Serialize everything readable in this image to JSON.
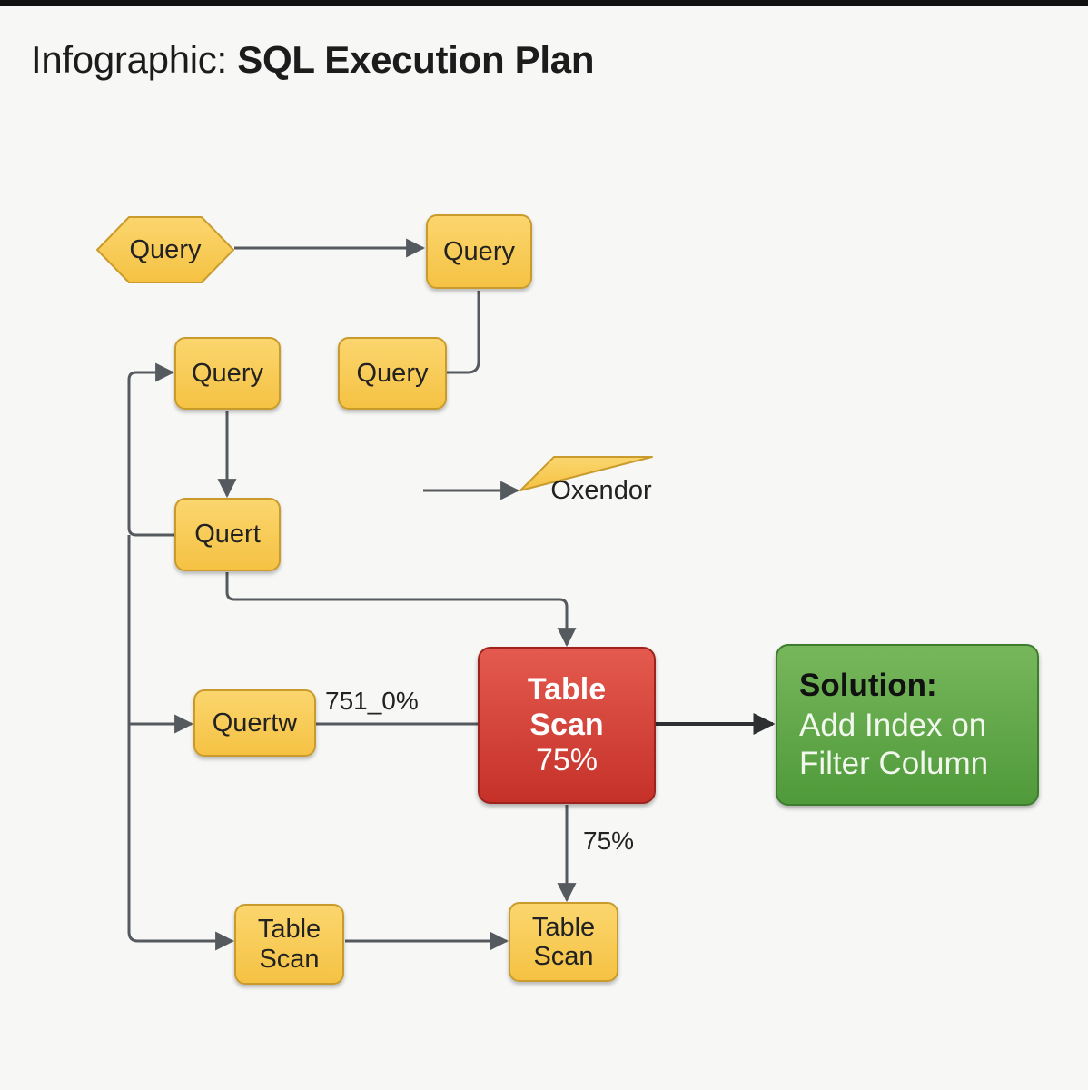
{
  "title": {
    "prefix": "Infographic:",
    "main": "SQL Execution Plan"
  },
  "nodes": {
    "query_hex": "Query",
    "query_top_right": "Query",
    "query_left": "Query",
    "query_mid": "Query",
    "oxendor": "Oxendor",
    "quert": "Quert",
    "quertw": "Quertw",
    "table_scan_main": {
      "line1": "Table",
      "line2": "Scan",
      "pct": "75%"
    },
    "solution": {
      "head": "Solution:",
      "line1": "Add Index on",
      "line2": "Filter Column"
    },
    "table_scan_left": {
      "line1": "Table",
      "line2": "Scan"
    },
    "table_scan_bottom": {
      "line1": "Table",
      "line2": "Scan"
    }
  },
  "edge_labels": {
    "quertw_to_scan": "751_0%",
    "scan_to_bottom": "75%"
  },
  "colors": {
    "yellow": "#f5c243",
    "red": "#c53129",
    "green": "#4f9a3a",
    "line": "#555a5f"
  }
}
